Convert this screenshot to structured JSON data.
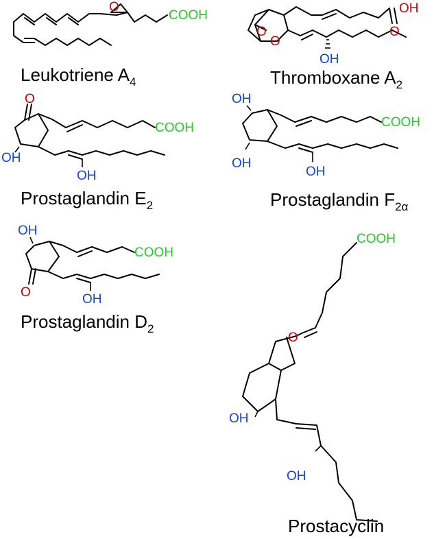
{
  "colors": {
    "acid": "#22cc22",
    "oxygen": "#cc0000",
    "hydroxyl": "#1144dd",
    "bond": "#000000"
  },
  "atom_labels": {
    "acid": "COOH",
    "oh": "OH",
    "o": "O"
  },
  "molecules": [
    {
      "name": "Leukotriene A",
      "sub": "4"
    },
    {
      "name": "Thromboxane A",
      "sub": "2"
    },
    {
      "name": "Prostaglandin E",
      "sub": "2"
    },
    {
      "name": "Prostaglandin F",
      "sub": "2α"
    },
    {
      "name": "Prostaglandin D",
      "sub": "2"
    },
    {
      "name": "Prostacyclin",
      "sub": ""
    }
  ]
}
